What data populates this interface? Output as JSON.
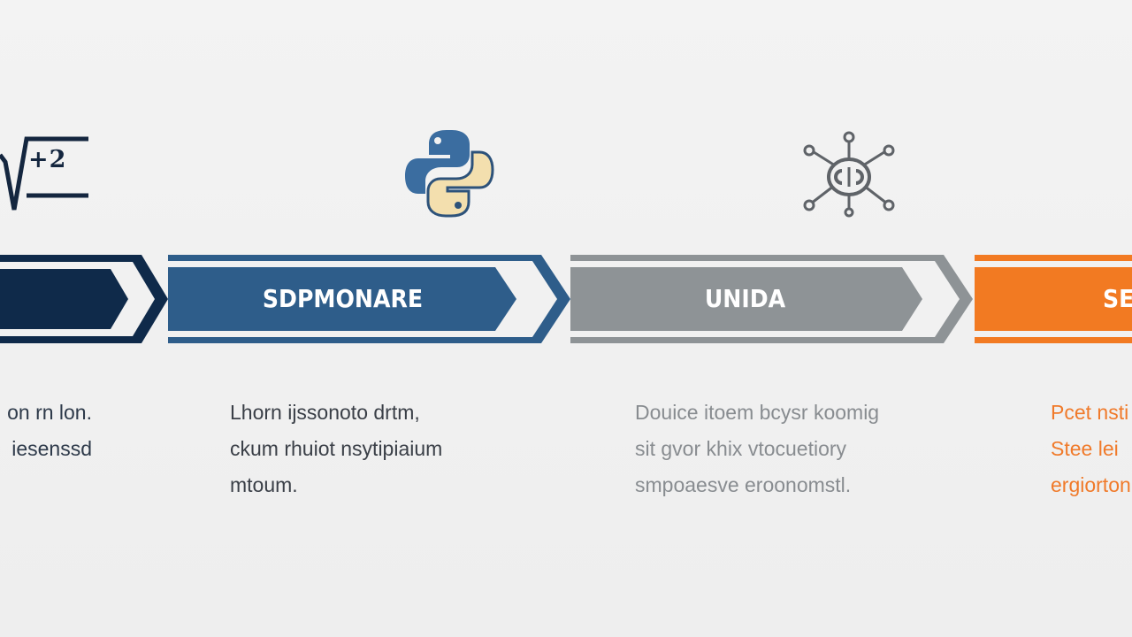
{
  "colors": {
    "navy": "#0f2a4a",
    "blue": "#2e5d8a",
    "gray": "#8e9396",
    "orange": "#f27a22",
    "background": "#f1f1f1"
  },
  "steps": [
    {
      "icon": "square-root-icon",
      "icon_text": "+2",
      "label": "",
      "desc": "on rn lon.\niesenssd"
    },
    {
      "icon": "python-logo-icon",
      "label": "SDPMONARE",
      "desc": "Lhorn ijssonoto drtm,\nckum rhuiot nsytipiaium\nmtoum."
    },
    {
      "icon": "network-brain-icon",
      "label": "UNIDA",
      "desc": "Douice itoem bcysr koomig\nsit gvor khix vtocuetiory\nsmpoaesve eroonomstl."
    },
    {
      "icon": "",
      "label": "SE",
      "desc": "Pcet nsti\nStee lei\nergiorton"
    }
  ]
}
